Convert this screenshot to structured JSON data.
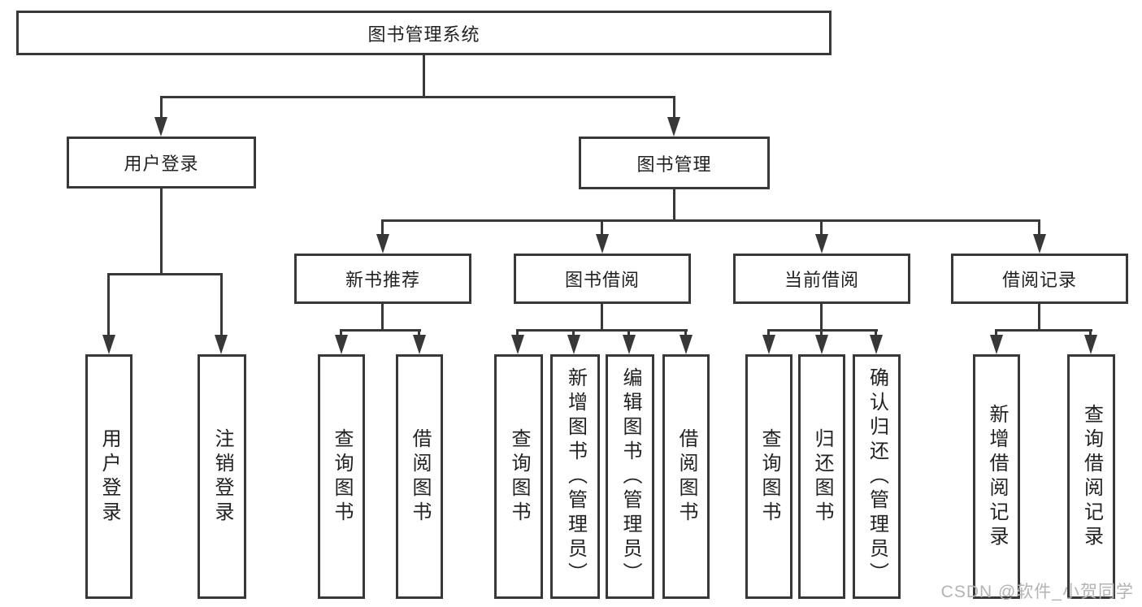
{
  "nodes": {
    "root": {
      "label": "图书管理系统"
    },
    "user_login": {
      "label": "用户登录",
      "children": [
        "用户登录",
        "注销登录"
      ]
    },
    "book_management": {
      "label": "图书管理"
    },
    "new_book_recommend": {
      "label": "新书推荐",
      "children": [
        "查询图书",
        "借阅图书"
      ]
    },
    "book_borrowing": {
      "label": "图书借阅",
      "children": [
        "查询图书",
        "新增图书（管理员）",
        "编辑图书（管理员）",
        "借阅图书"
      ]
    },
    "current_borrowing": {
      "label": "当前借阅",
      "children": [
        "查询图书",
        "归还图书",
        "确认归还（管理员）"
      ]
    },
    "borrowing_records": {
      "label": "借阅记录",
      "children": [
        "新增借阅记录",
        "查询借阅记录"
      ]
    }
  },
  "watermark": "CSDN @软件_小贺同学",
  "colors": {
    "line": "#383838",
    "text": "#222222",
    "watermark": "#b3b3b3",
    "background": "#ffffff"
  }
}
